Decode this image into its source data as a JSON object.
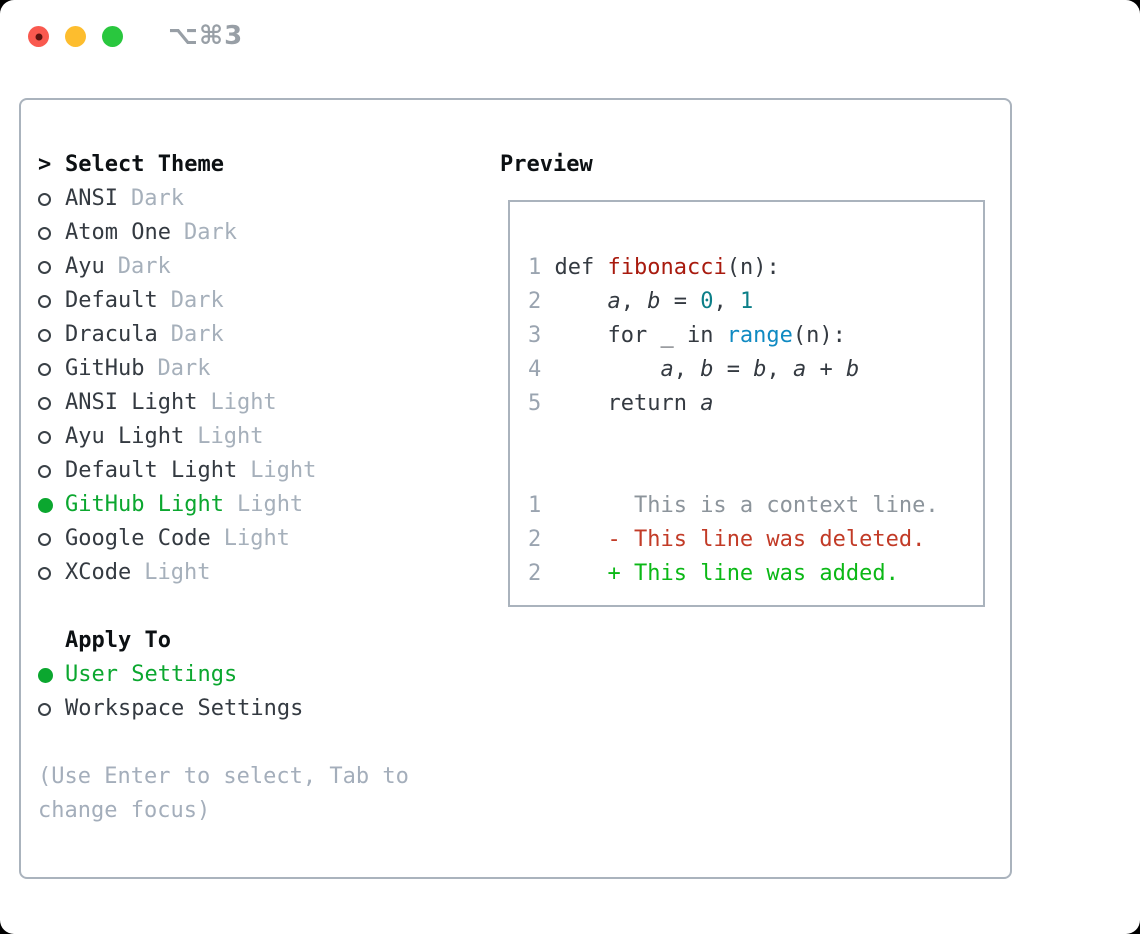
{
  "titlebar": {
    "shortcut_label": "⌥⌘3",
    "traffic_lights": {
      "close_color": "#f9594f",
      "close_dot_color": "#5c1410",
      "minimize_color": "#fdbd2e",
      "zoom_color": "#29c73e"
    }
  },
  "theme_selector": {
    "header": {
      "caret": ">",
      "title": "Select Theme"
    },
    "items": [
      {
        "label": "ANSI",
        "variant": "Dark",
        "selected": false
      },
      {
        "label": "Atom One",
        "variant": "Dark",
        "selected": false
      },
      {
        "label": "Ayu",
        "variant": "Dark",
        "selected": false
      },
      {
        "label": "Default",
        "variant": "Dark",
        "selected": false
      },
      {
        "label": "Dracula",
        "variant": "Dark",
        "selected": false
      },
      {
        "label": "GitHub",
        "variant": "Dark",
        "selected": false
      },
      {
        "label": "ANSI Light",
        "variant": "Light",
        "selected": false
      },
      {
        "label": "Ayu Light",
        "variant": "Light",
        "selected": false
      },
      {
        "label": "Default Light",
        "variant": "Light",
        "selected": false
      },
      {
        "label": "GitHub Light",
        "variant": "Light",
        "selected": true
      },
      {
        "label": "Google Code",
        "variant": "Light",
        "selected": false
      },
      {
        "label": "XCode",
        "variant": "Light",
        "selected": false
      }
    ],
    "apply_to": {
      "title": "Apply To",
      "options": [
        {
          "label": "User Settings",
          "selected": true
        },
        {
          "label": "Workspace Settings",
          "selected": false
        }
      ]
    },
    "help_lines": [
      "(Use Enter to select, Tab to",
      "change focus)"
    ]
  },
  "preview": {
    "title": "Preview",
    "lines": [
      [
        {
          "t": "1 ",
          "c": "ln"
        },
        {
          "t": "def ",
          "c": "d"
        },
        {
          "t": "fibonacci",
          "c": "fn"
        },
        {
          "t": "(n):",
          "c": "d"
        }
      ],
      [
        {
          "t": "2 ",
          "c": "ln"
        },
        {
          "t": "    ",
          "c": "d"
        },
        {
          "t": "a",
          "c": "v"
        },
        {
          "t": ", ",
          "c": "d"
        },
        {
          "t": "b",
          "c": "v"
        },
        {
          "t": " = ",
          "c": "d"
        },
        {
          "t": "0",
          "c": "n"
        },
        {
          "t": ", ",
          "c": "d"
        },
        {
          "t": "1",
          "c": "n"
        }
      ],
      [
        {
          "t": "3 ",
          "c": "ln"
        },
        {
          "t": "    for _ in ",
          "c": "d"
        },
        {
          "t": "range",
          "c": "b"
        },
        {
          "t": "(n):",
          "c": "d"
        }
      ],
      [
        {
          "t": "4 ",
          "c": "ln"
        },
        {
          "t": "        ",
          "c": "d"
        },
        {
          "t": "a",
          "c": "v"
        },
        {
          "t": ", ",
          "c": "d"
        },
        {
          "t": "b",
          "c": "v"
        },
        {
          "t": " = ",
          "c": "d"
        },
        {
          "t": "b",
          "c": "v"
        },
        {
          "t": ", ",
          "c": "d"
        },
        {
          "t": "a",
          "c": "v"
        },
        {
          "t": " + ",
          "c": "d"
        },
        {
          "t": "b",
          "c": "v"
        }
      ],
      [
        {
          "t": "5 ",
          "c": "ln"
        },
        {
          "t": "    return ",
          "c": "d"
        },
        {
          "t": "a",
          "c": "v"
        }
      ],
      [],
      [],
      [
        {
          "t": "1",
          "c": "ln"
        },
        {
          "t": "       This is a context line.",
          "c": "ctx"
        }
      ],
      [
        {
          "t": "2",
          "c": "ln"
        },
        {
          "t": "     ",
          "c": "d"
        },
        {
          "t": "- This line was deleted.",
          "c": "del"
        }
      ],
      [
        {
          "t": "2",
          "c": "ln"
        },
        {
          "t": "     ",
          "c": "d"
        },
        {
          "t": "+ This line was added.",
          "c": "add"
        }
      ]
    ]
  },
  "colors": {
    "accent_green": "#0ba72f",
    "added_green": "#0bb816",
    "deleted_red": "#c23b27",
    "function_red": "#a81a0e",
    "builtin_blue": "#0f8ac2",
    "number_teal": "#0c7f88",
    "muted_gray": "#a6b0bb",
    "border_gray": "#aab3bd",
    "text_dark": "#343a41"
  }
}
